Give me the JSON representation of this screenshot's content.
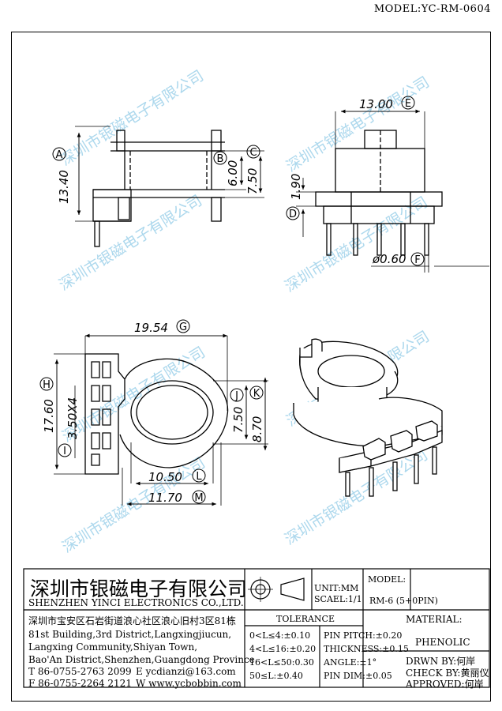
{
  "header": {
    "model": "MODEL:YC-RM-0604"
  },
  "watermark": "深圳市银磁电子有限公司",
  "dimensions": {
    "a": {
      "label": "A",
      "value": "13.40"
    },
    "b": {
      "label": "B",
      "value": "6.00"
    },
    "c": {
      "label": "C",
      "value": "7.50"
    },
    "d": {
      "label": "D",
      "value": "1.90"
    },
    "e": {
      "label": "E",
      "value": "13.00"
    },
    "f": {
      "label": "F",
      "value": "ø0.60"
    },
    "g": {
      "label": "G",
      "value": "19.54"
    },
    "h": {
      "label": "H",
      "value": "17.60"
    },
    "i": {
      "label": "I",
      "value": "3.50X4"
    },
    "j": {
      "label": "J",
      "value": "7.50"
    },
    "k": {
      "label": "K",
      "value": "8.70"
    },
    "l": {
      "label": "L",
      "value": "10.50"
    },
    "m": {
      "label": "M",
      "value": "11.70"
    }
  },
  "title_block": {
    "company_cn": "深圳市银磁电子有限公司",
    "company_en": "SHENZHEN YINCI ELECTRONICS CO.,LTD.",
    "address_cn": "深圳市宝安区石岩街道浪心社区浪心旧村3区81栋",
    "address_en_1": "81st Building,3rd District,Langxingjiucun,",
    "address_en_2": "Langxing Community,Shiyan Town,",
    "address_en_3": "Bao'An District,Shenzhen,Guangdong Province",
    "tel": "T 86-0755-2763 2099",
    "email": "E ycdianzi@163.com",
    "fax": "F 86-0755-2264 2121",
    "web": "W www.ycbobbin.com",
    "unit": "UNIT:MM",
    "scale": "SCAEL:1/1",
    "tolerance_title": "TOLERANCE",
    "tolerances": [
      "0<L≤4:±0.10",
      "4<L≤16:±0.20",
      "16<L≤50:0.30",
      "50≤L:±0.40"
    ],
    "pin_specs": [
      "PIN PITCH:±0.20",
      "THICKNESS:±0.15",
      "ANGLE:±1°",
      "PIN DIM:±0.05"
    ],
    "model_label": "MODEL:",
    "model_value": "RM-6 (5+0PIN)",
    "material_label": "MATERIAL:",
    "material_value": "PHENOLIC",
    "drawn_by": "DRWN BY:何岸",
    "check_by": "CHECK BY:黄丽仪",
    "approved": "APPROVED:何岸"
  }
}
